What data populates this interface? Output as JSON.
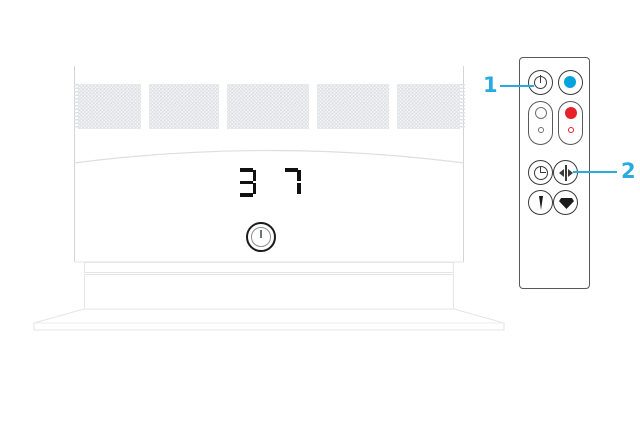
{
  "scene": {
    "title": "Fan heater with remote control — parts callout diagram",
    "background_color": "#ffffff"
  },
  "heater": {
    "name": "fan-heater",
    "display": {
      "label": "temperature-display",
      "value": "37",
      "digits": [
        "3",
        "7"
      ],
      "style": "seven-segment"
    },
    "power_button": {
      "label": "unit-power-button",
      "icon": "power-icon"
    },
    "grille": {
      "label": "air-outlet-grille",
      "panel_count": 5,
      "pattern": "perforated-circles"
    },
    "base": {
      "label": "pedestal-base"
    },
    "line_color": "#d2d4d7"
  },
  "remote": {
    "name": "remote-control",
    "body_color": "#ffffff",
    "outline_color": "#58595b",
    "buttons": [
      {
        "id": "power",
        "label": "power-button",
        "icon": "power-icon",
        "row": 1,
        "col": 1,
        "shape": "circle",
        "color": "#3a3a3a"
      },
      {
        "id": "blue-mode",
        "label": "cool-mode-button",
        "icon": "filled-circle-icon",
        "row": 1,
        "col": 2,
        "shape": "circle",
        "color": "#00A3E0"
      },
      {
        "id": "fan-speed",
        "label": "fan-speed-button",
        "icon": "two-circles-icon",
        "row": 2,
        "col": 1,
        "shape": "pill",
        "color": "#58595b"
      },
      {
        "id": "heat-level",
        "label": "heat-level-button",
        "icon": "two-circles-icon",
        "row": 2,
        "col": 2,
        "shape": "pill",
        "color": "#E8202A"
      },
      {
        "id": "timer",
        "label": "timer-button",
        "icon": "clock-icon",
        "row": 3,
        "col": 1,
        "shape": "circle",
        "color": "#3a3a3a"
      },
      {
        "id": "oscillation",
        "label": "oscillation-button",
        "icon": "oscillation-icon",
        "row": 3,
        "col": 2,
        "shape": "circle",
        "color": "#3a3a3a"
      },
      {
        "id": "heat",
        "label": "heat-mode-button",
        "icon": "flame-icon",
        "row": 4,
        "col": 1,
        "shape": "circle",
        "color": "#1b1b1b"
      },
      {
        "id": "cool",
        "label": "cool-air-button",
        "icon": "droplet-icon",
        "row": 4,
        "col": 2,
        "shape": "circle",
        "color": "#1b1b1b"
      }
    ]
  },
  "callouts": [
    {
      "number": "1",
      "target": "remote-power-button",
      "color": "#29ABE2"
    },
    {
      "number": "2",
      "target": "remote-oscillation-button",
      "color": "#29ABE2"
    }
  ]
}
